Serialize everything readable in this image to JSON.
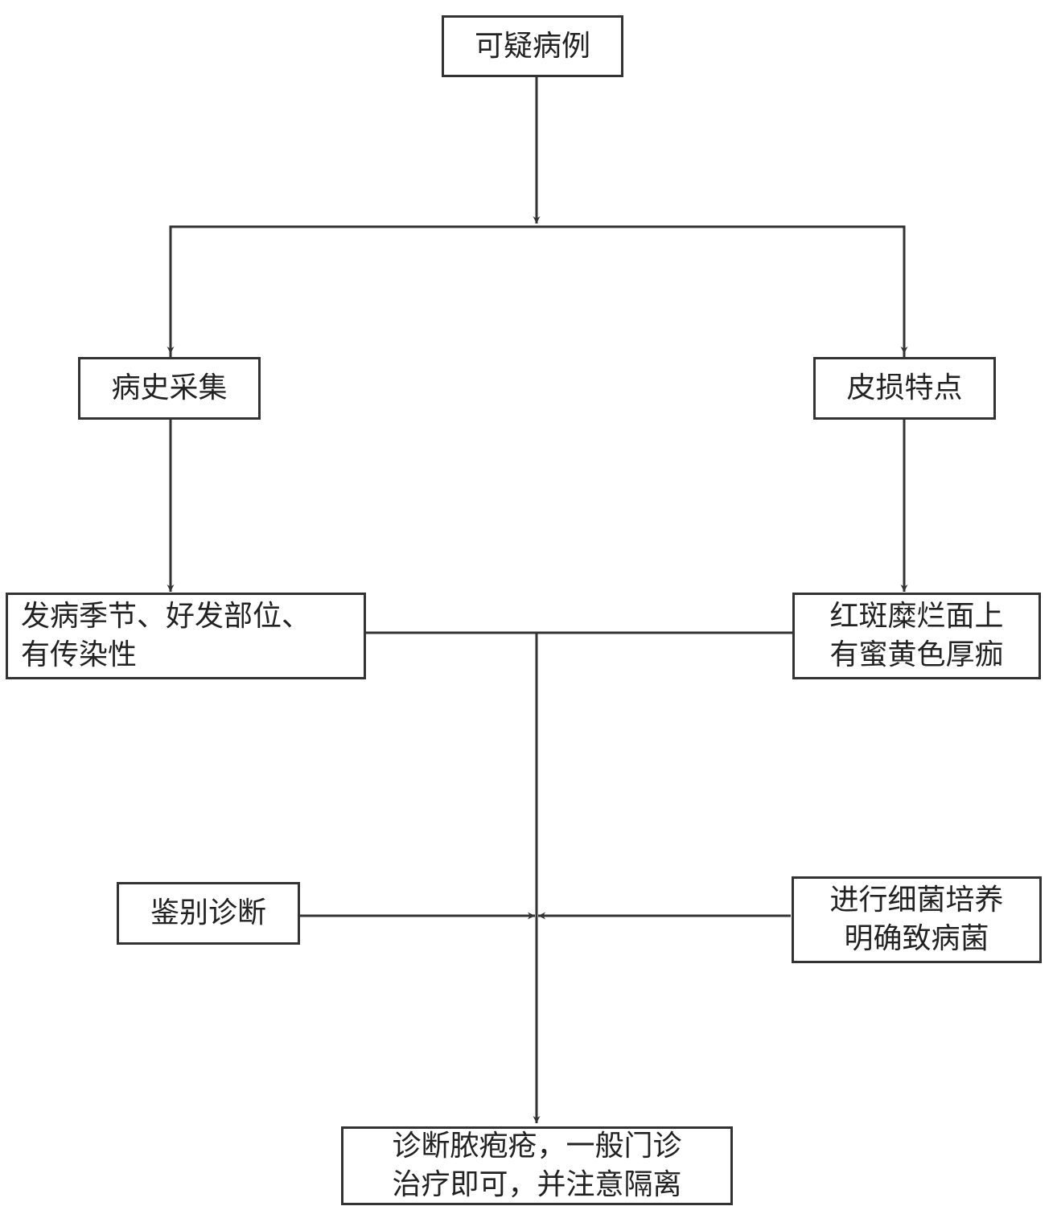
{
  "nodes": {
    "suspected": [
      "可疑病例"
    ],
    "history": [
      "病史采集"
    ],
    "lesion": [
      "皮损特点"
    ],
    "history_detail": [
      "发病季节、好发部位、",
      "有传染性"
    ],
    "lesion_detail": [
      "红斑糜烂面上",
      "有蜜黄色厚痂"
    ],
    "differential": [
      "鉴别诊断"
    ],
    "culture": [
      "进行细菌培养",
      "明确致病菌"
    ],
    "conclusion": [
      "诊断脓疱疮，一般门诊",
      "治疗即可，并注意隔离"
    ]
  }
}
